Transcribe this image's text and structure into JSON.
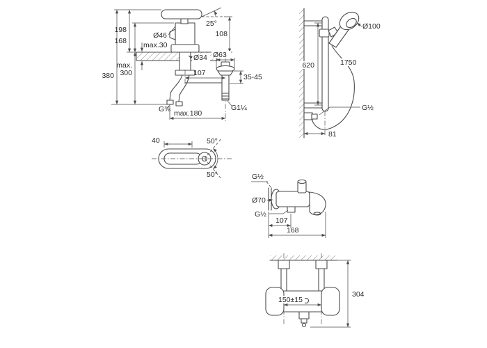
{
  "sheet": {
    "background": "#ffffff",
    "line_color": "#4a4a4a",
    "text_color": "#2b2b2b"
  },
  "basin_mixer": {
    "h198": "198",
    "h168": "168",
    "max_word": "max.",
    "max300": "300",
    "h380": "380",
    "max30": "max.30",
    "dia46": "Ø46",
    "angle25": "25°",
    "h108": "108",
    "dia63": "Ø63",
    "dia34": "Ø34",
    "range3545": "35-45",
    "w107": "107",
    "g38": "G⅜",
    "g114": "G1¼",
    "max180": "max.180"
  },
  "shower_rail": {
    "dia100": "Ø100",
    "h620": "620",
    "hose1750": "1750",
    "g12": "G½",
    "w81": "81"
  },
  "faucet_top_view": {
    "w40": "40",
    "angle50_top": "50°",
    "angle50_bottom": "50°"
  },
  "bath_shower_mixer": {
    "g12_top": "G½",
    "dia70": "Ø70",
    "g12_shower": "G½",
    "w107": "107",
    "w168": "168"
  },
  "thermostat": {
    "spacing150": "150±15",
    "h304": "304"
  }
}
